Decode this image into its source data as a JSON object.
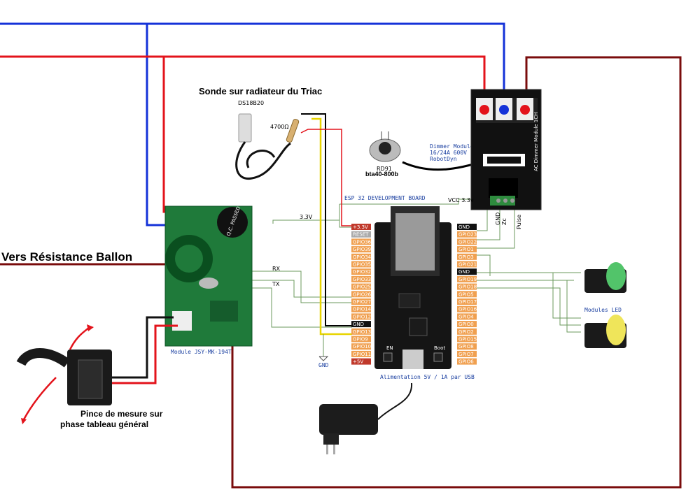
{
  "labels": {
    "sonde_title": "Sonde sur radiateur du Triac",
    "sonde_model": "DS18B20",
    "resistor": "4700Ω",
    "triac_model": "RD91",
    "triac_ref": "bta40-800b",
    "dimmer": [
      "Dimmer Module",
      "16/24A 600V",
      "RobotDyn"
    ],
    "esp_title": "ESP 32 DEVELOPMENT BOARD",
    "vcc": "VCC 3.3v",
    "v33": "3.3V",
    "rx": "RX",
    "tx": "TX",
    "gnd": "GND",
    "zc": "Zc",
    "pulse": "Pulse",
    "resistance": "Vers Résistance Ballon",
    "jsy": "Module JSY-MK-194T",
    "pince": [
      "Pince de mesure sur",
      "phase tableau général"
    ],
    "leds": "Modules LED",
    "alim": "Alimentation 5V / 1A par USB",
    "qc": "Q.C. PASSED",
    "en": "EN",
    "boot": "Boot",
    "dimmer_side": "AC Dimmer Module 1CH"
  },
  "esp_pins_left": [
    "+3.3V",
    "RESET",
    "GPIO36",
    "GPIO39",
    "GPIO34",
    "GPIO35",
    "GPIO32",
    "GPIO33",
    "GPIO25",
    "GPIO26",
    "GPIO27",
    "GPIO14",
    "GPIO12",
    "GND",
    "GPIO13",
    "GPIO9",
    "GPIO10",
    "GPIO11",
    "+5V"
  ],
  "esp_pins_right": [
    "GND",
    "GPIO23",
    "GPIO22",
    "GPIO1",
    "GPIO3",
    "GPIO21",
    "GND",
    "GPIO19",
    "GPIO18",
    "GPIO5",
    "GPIO17",
    "GPIO16",
    "GPIO4",
    "GPIO0",
    "GPIO2",
    "GPIO15",
    "GPIO8",
    "GPIO7",
    "GPIO6"
  ],
  "colors": {
    "phase": "#e3131b",
    "neutral": "#1432d8",
    "load": "#7a0c0c",
    "signal": "#6b9a5e",
    "pcb_green": "#1f7a3a",
    "pin_orange": "#f0a050"
  }
}
